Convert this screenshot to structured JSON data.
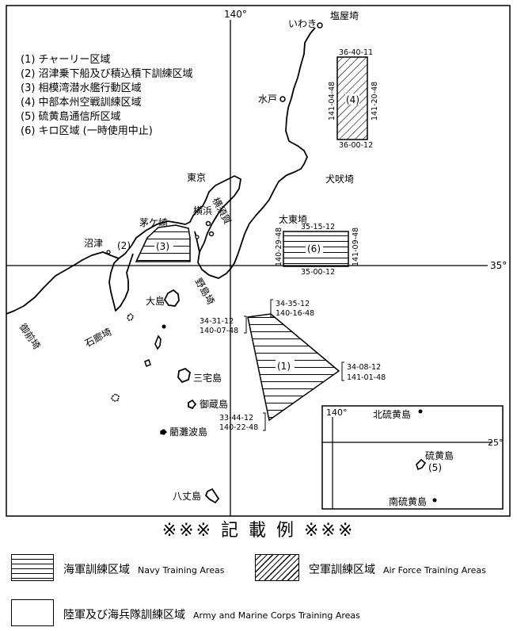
{
  "map": {
    "lon_label": "140°",
    "lat_label": "35°",
    "inset_lon_label": "140°",
    "inset_lat_label": "25°"
  },
  "area_list": [
    "(1) チャーリー区域",
    "(2) 沼津乗下船及び積込積下訓練区域",
    "(3) 相模湾潜水艦行動区域",
    "(4) 中部本州空戦訓練区域",
    "(5) 硫黄島通信所区域",
    "(6) キロ区域 (一時使用中止)"
  ],
  "places": {
    "iwaki": "いわき",
    "shioyazaki": "塩屋埼",
    "mito": "水戸",
    "inubozaki": "犬吠埼",
    "taitozaki": "太東埼",
    "tokyo": "東京",
    "yokohama": "横浜",
    "yokosuka": "横須賀",
    "chigasaki": "茅ケ崎",
    "numazu": "沼津",
    "oshima": "大島",
    "nojimazaki": "野島埼",
    "omaezaki": "御前埼",
    "irozaki": "石廊埼",
    "miyakejima": "三宅島",
    "mikurajima": "御蔵島",
    "aogashima": "藺灘波島",
    "hachijojima": "八丈島",
    "kita_iwoto": "北硫黄島",
    "iwoto": "硫黄島",
    "minami_iwoto": "南硫黄島"
  },
  "area_labels": {
    "a1": "(1)",
    "a2": "(2)",
    "a3": "(3)",
    "a4": "(4)",
    "a5": "(5)",
    "a6": "(6)"
  },
  "area4_coords": {
    "top": "36-40-11",
    "bottom": "36-00-12",
    "left": "141-04-48",
    "right": "141-20-48"
  },
  "area6_coords": {
    "top": "35-15-12",
    "bottom": "35-00-12",
    "left": "140-29-48",
    "right": "141-09-48"
  },
  "area1_coords": {
    "ne_lat": "34-35-12",
    "ne_lon": "140-16-48",
    "nw_lat": "34-31-12",
    "nw_lon": "140-07-48",
    "e_lat": "34-08-12",
    "e_lon": "141-01-48",
    "s_lat": "33-44-12",
    "s_lon": "140-22-48"
  },
  "legend": {
    "title": "※※※ 記 載 例 ※※※",
    "navy_jp": "海軍訓練区域",
    "navy_en": "Navy Training Areas",
    "air_jp": "空軍訓練区域",
    "air_en": "Air Force Training Areas",
    "army_jp": "陸軍及び海兵隊訓練区域",
    "army_en": "Army and Marine Corps Training Areas"
  }
}
